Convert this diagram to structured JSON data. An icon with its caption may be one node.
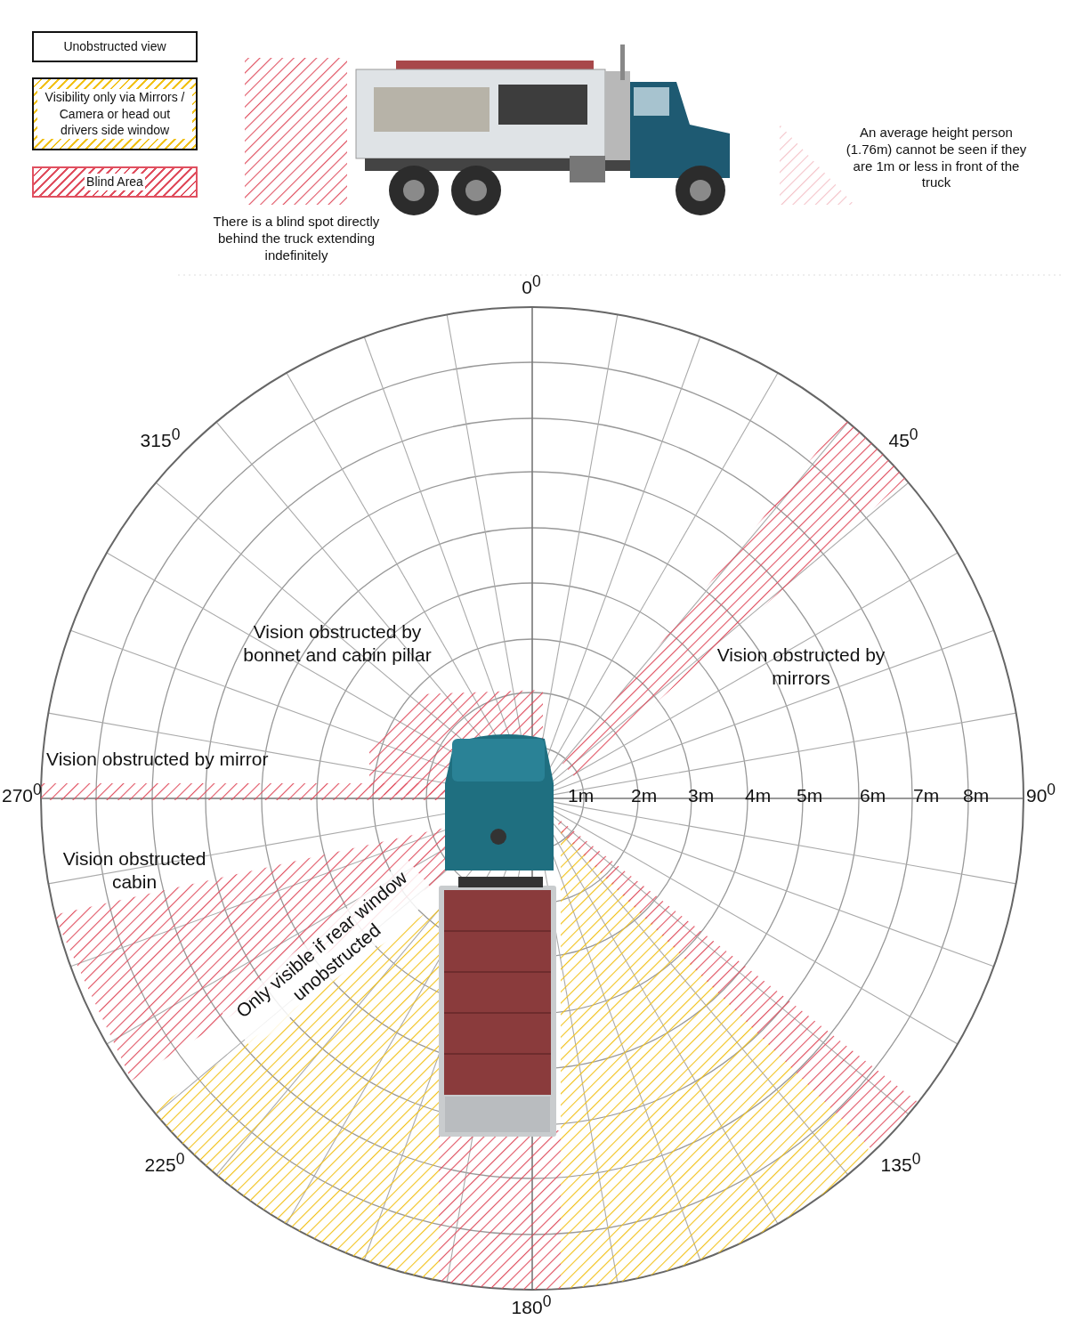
{
  "diagram": {
    "labels": [
      "There is a blind spot directly behind the truck extending indefinitely",
      "An average height person (1.76m) cannot be seen if they are 1m or less in front of the truck",
      "0$^{0}$",
      "315$^{0}$",
      "45$^{0}$",
      "Vision obstructed by bonnet and cabin pillar",
      "Vision obstructed by mirrors",
      "Vision obstructed by mirror",
      "270$^{0}$",
      "1m",
      "2m",
      "3m",
      "4m",
      "5m",
      "6m",
      "7m",
      "8m",
      "90$^{0}$",
      "Vision obstructed cabin",
      "Only visible if rear window unobstructed",
      "225$^{0}$",
      "135$^{0}$",
      "180$^{0}$"
    ],
    "legend": [
      {
        "text": "Unobstructed view"
      },
      {
        "text": "Visibility only via Mirrors / Camera or head out drivers side window"
      },
      {
        "text": "Blind Area"
      }
    ]
  }
}
